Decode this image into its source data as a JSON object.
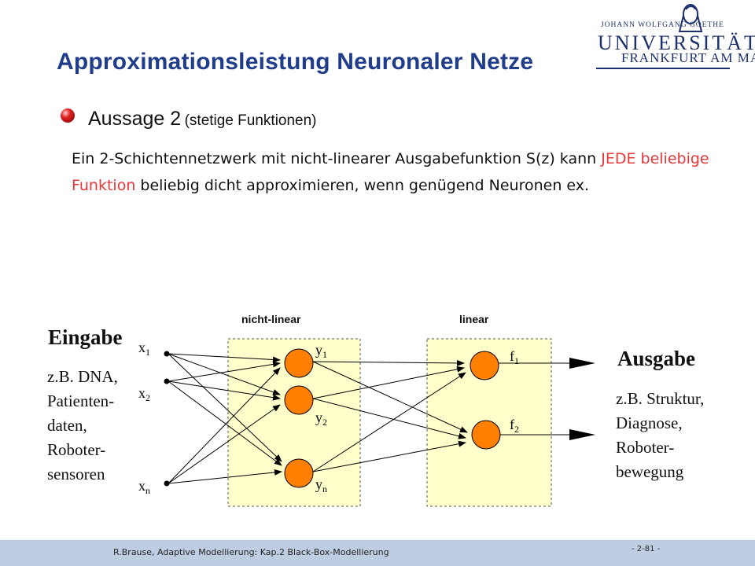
{
  "slide": {
    "title": "Approximationsleistung Neuronaler Netze",
    "logo": {
      "top": "JOHANN WOLFGANG GOETHE",
      "main": "UNIVERSITÄT",
      "sub": "FRANKFURT AM MAIN"
    },
    "heading": {
      "main": "Aussage 2",
      "sub": "(stetige Funktionen)"
    },
    "paragraph": {
      "part1": "Ein 2-Schichtennetzwerk mit nicht-linearer Ausgabefunktion S(z) kann",
      "highlight": "JEDE beliebige Funktion",
      "part2": "beliebig dicht approximieren, wenn genügend Neuronen ex."
    },
    "colors": {
      "title": "#1f3d8a",
      "highlight": "#e8373a",
      "layer_box": "#ffffcc",
      "neuron": "#ff8000",
      "footer": "#bfcde3"
    }
  },
  "diagram": {
    "input_title": "Eingabe",
    "input_desc": [
      "z.B. DNA,",
      "Patienten-",
      "daten,",
      "Roboter-",
      "sensoren"
    ],
    "output_title": "Ausgabe",
    "output_desc": [
      "z.B. Struktur,",
      "Diagnose,",
      "Roboter-",
      "bewegung"
    ],
    "layer_nonlinear": "nicht-linear",
    "layer_linear": "linear",
    "inputs": [
      {
        "base": "x",
        "sub": "1"
      },
      {
        "base": "x",
        "sub": "2"
      },
      {
        "base": "x",
        "sub": "n"
      }
    ],
    "hidden": [
      {
        "base": "y",
        "sub": "1"
      },
      {
        "base": "y",
        "sub": "2"
      },
      {
        "base": "y",
        "sub": "n"
      }
    ],
    "outputs": [
      {
        "base": "f",
        "sub": "1"
      },
      {
        "base": "f",
        "sub": "2"
      }
    ]
  },
  "footer": {
    "text": "R.Brause, Adaptive Modellierung: Kap.2  Black-Box-Modellierung",
    "page": "- 2-81 -"
  }
}
